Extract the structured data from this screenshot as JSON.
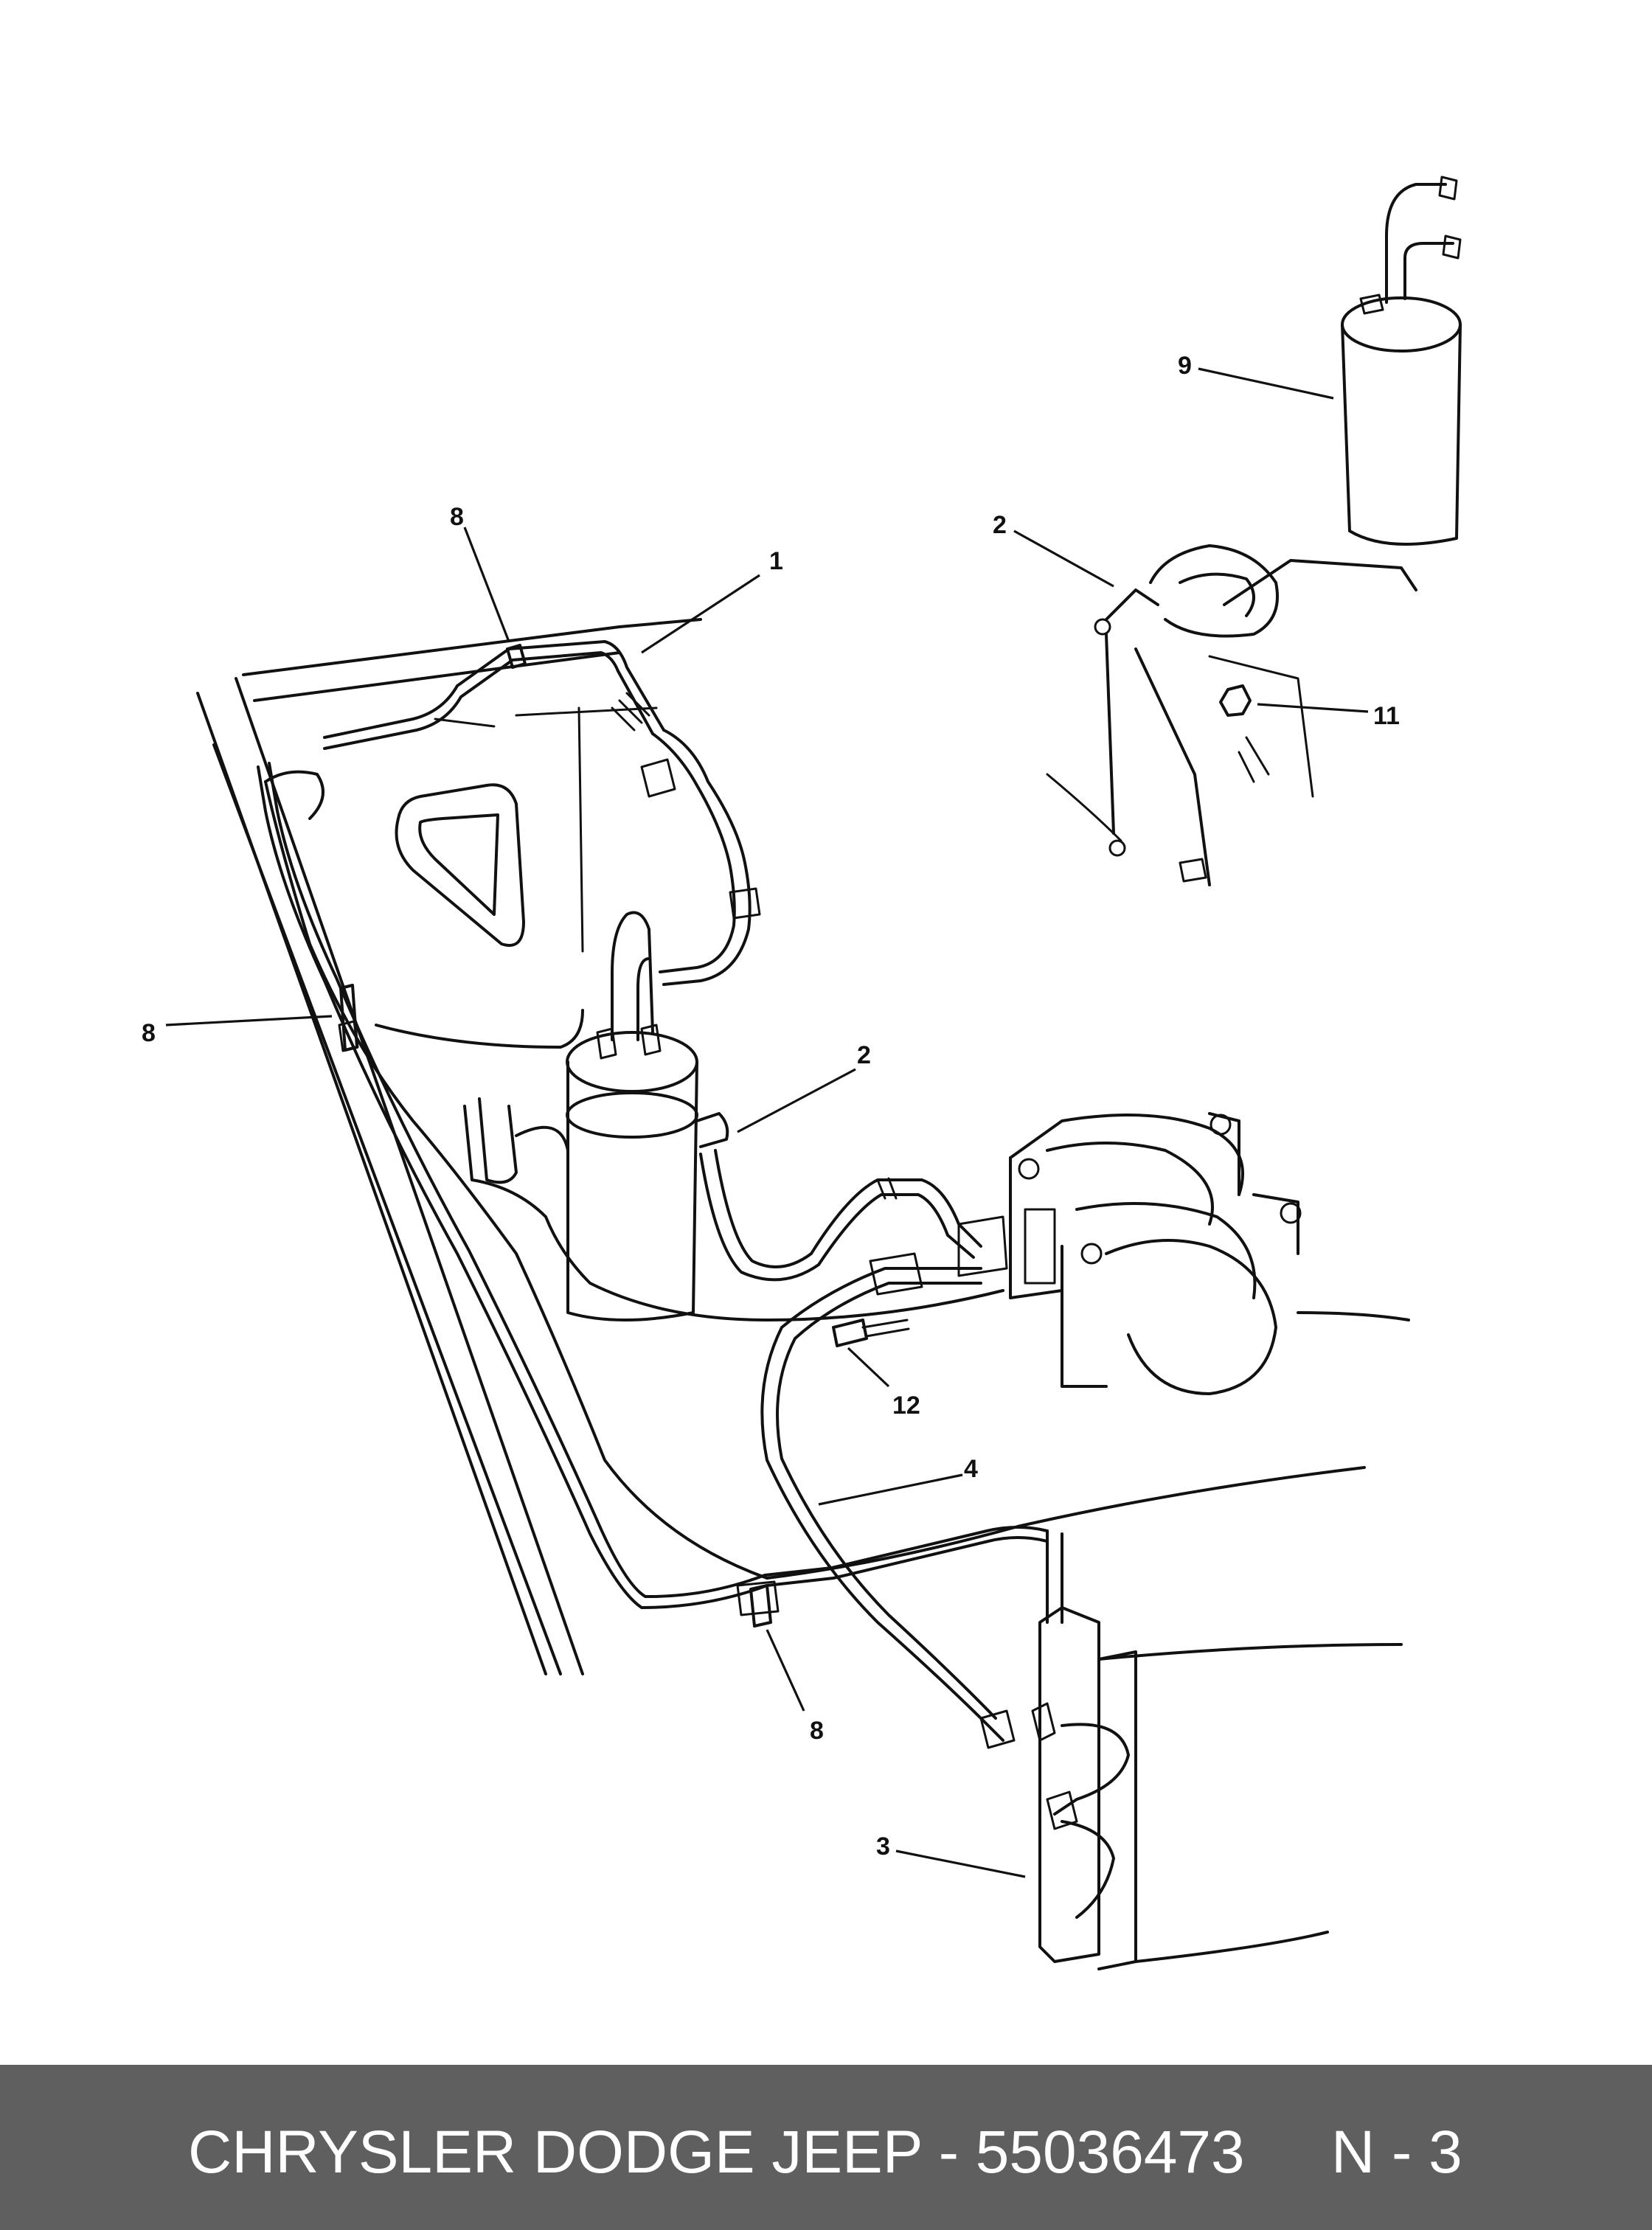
{
  "callouts": {
    "c1": "1",
    "c2a": "2",
    "c2b": "2",
    "c3": "3",
    "c4": "4",
    "c8a": "8",
    "c8b": "8",
    "c8c": "8",
    "c9": "9",
    "c11": "11",
    "c12": "12"
  },
  "footer": {
    "part_label": "CHRYSLER DODGE JEEP - 55036473",
    "page_label": "N - 3"
  },
  "colors": {
    "footer_background": "#5f5f5f",
    "footer_text": "#ffffff",
    "line_art": "#111111"
  }
}
